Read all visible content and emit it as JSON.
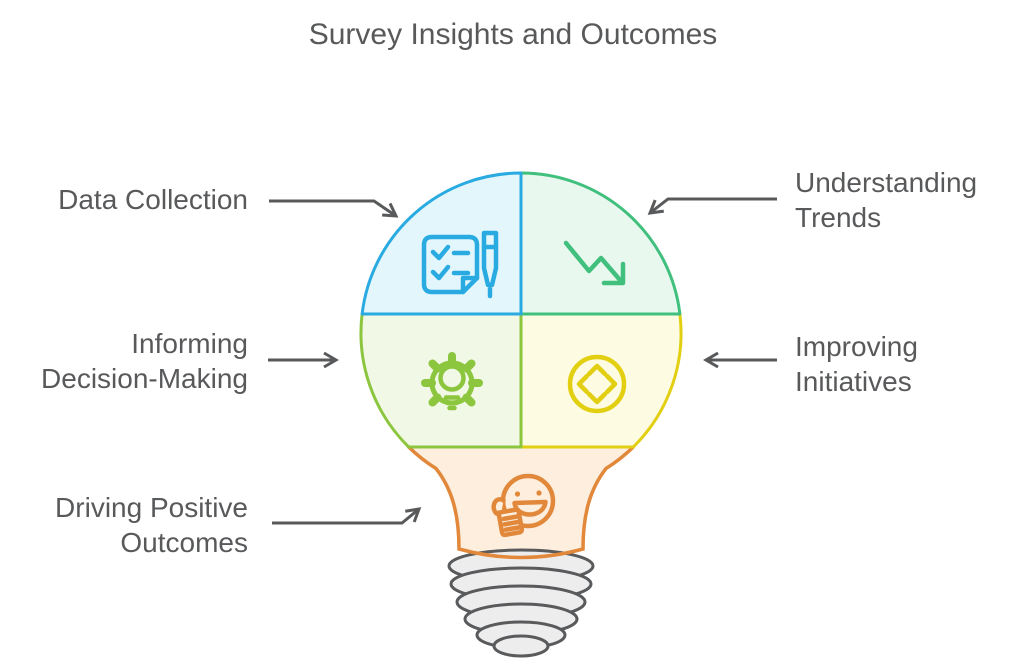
{
  "title": "Survey Insights and Outcomes",
  "background": "#ffffff",
  "text_color": "#58595b",
  "arrow_color": "#58595b",
  "labels": {
    "data_collection": {
      "lines": [
        "Data Collection"
      ]
    },
    "understanding_trends": {
      "lines": [
        "Understanding",
        "Trends"
      ]
    },
    "informing_decision_making": {
      "lines": [
        "Informing",
        "Decision-Making"
      ]
    },
    "improving_initiatives": {
      "lines": [
        "Improving",
        "Initiatives"
      ]
    },
    "driving_positive_outcomes": {
      "lines": [
        "Driving Positive",
        "Outcomes"
      ]
    }
  },
  "bulb": {
    "quadrants": {
      "data_collection": {
        "stroke": "#29abe2",
        "fill": "#e3f6fc",
        "icon": "checklist-pen-icon"
      },
      "understanding_trends": {
        "stroke": "#41c07d",
        "fill": "#e8f8ef",
        "icon": "trend-down-arrow-icon"
      },
      "informing_decision_making": {
        "stroke": "#8cc63f",
        "fill": "#f2f8e6",
        "icon": "gear-lightbulb-icon"
      },
      "improving_initiatives": {
        "stroke": "#e2cf11",
        "fill": "#fdfbe2",
        "icon": "focus-expand-icon"
      }
    },
    "neck": {
      "stroke": "#e1883b",
      "fill": "#fdeede",
      "icon": "smiley-thumbs-up-icon"
    },
    "base": {
      "stroke": "#595a5c",
      "fill": "#ededee"
    }
  }
}
